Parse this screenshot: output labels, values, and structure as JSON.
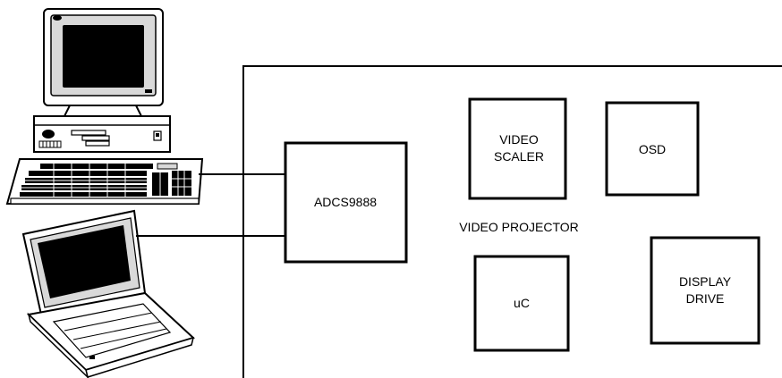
{
  "enclosure_label": "VIDEO PROJECTOR",
  "blocks": {
    "adc": {
      "label": "ADCS9888"
    },
    "scaler": {
      "line1": "VIDEO",
      "line2": "SCALER"
    },
    "osd": {
      "label": "OSD"
    },
    "uc": {
      "label": "uC"
    },
    "display": {
      "line1": "DISPLAY",
      "line2": "DRIVE"
    }
  },
  "icons": {
    "desktop": "desktop-computer-icon",
    "laptop": "laptop-computer-icon"
  },
  "colors": {
    "stroke": "#000000",
    "background": "#ffffff",
    "screen": "#000000",
    "bezel": "#d9d9d9"
  }
}
